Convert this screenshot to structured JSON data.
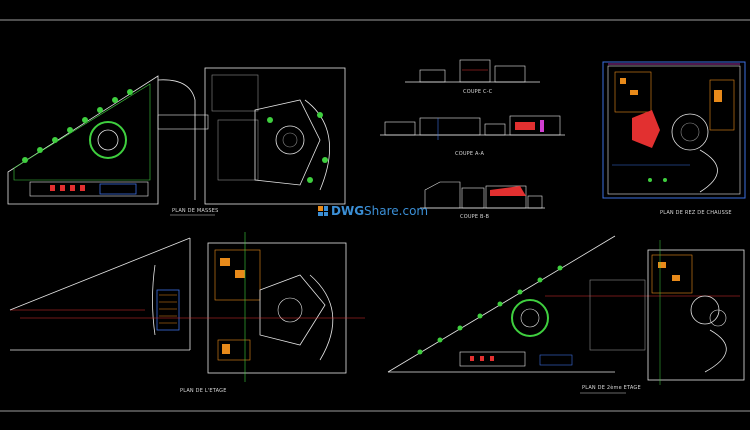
{
  "drawing": {
    "labels": {
      "plan_masses": "PLAN DE MASSES",
      "coupe_cc": "COUPE C-C",
      "coupe_aa": "COUPE A-A",
      "coupe_bb": "COUPE B-B",
      "plan_rdc": "PLAN DE REZ DE CHAUSSE",
      "plan_etage": "PLAN DE L'ETAGE",
      "plan_2eme": "PLAN DE 2ème ETAGE"
    },
    "watermark": {
      "brand_part1": "DWG",
      "brand_part2": "Share.com"
    },
    "colors": {
      "background": "#000000",
      "line_white": "#e6e6e6",
      "line_grey": "#8a8a8a",
      "green": "#3fcf3f",
      "red": "#e23030",
      "orange": "#e88a1a",
      "blue": "#3b6fe0",
      "magenta": "#d13fd1",
      "watermark": "#3b8fd6"
    },
    "icons": [
      "dwgshare-logo-icon"
    ]
  }
}
